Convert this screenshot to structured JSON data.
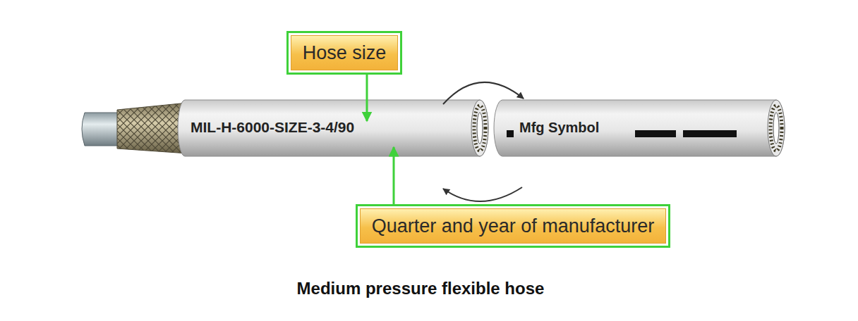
{
  "diagram": {
    "caption": "Medium pressure flexible hose",
    "nodes": [
      {
        "text": [
          "Hose size"
        ]
      },
      {
        "text": [
          "Quarter and year of manufacturer"
        ]
      }
    ],
    "labels": [
      "MIL-H-6000-SIZE-3-4/90",
      "Mfg Symbol"
    ]
  }
}
